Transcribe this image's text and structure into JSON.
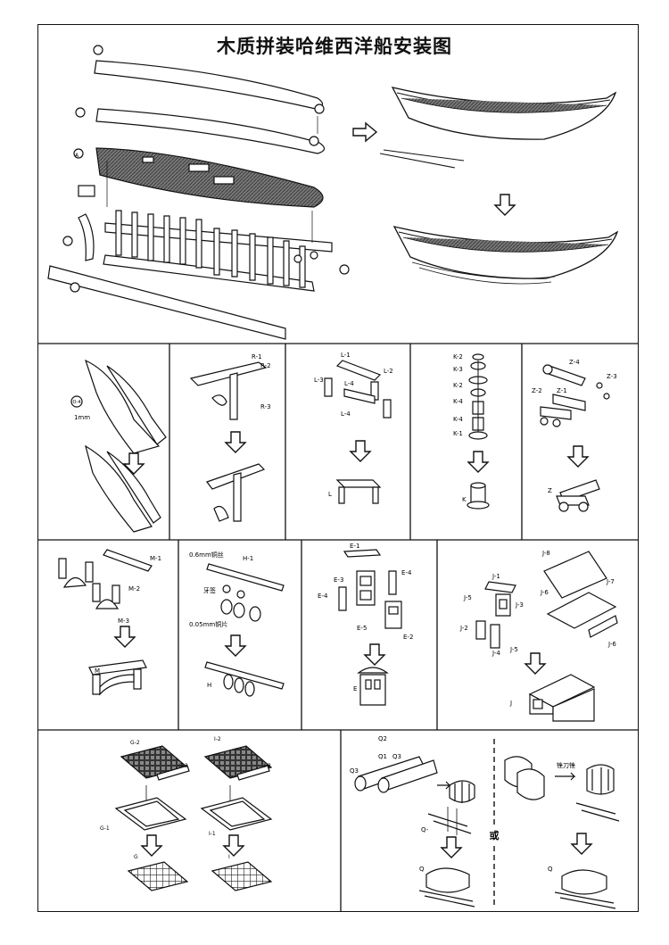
{
  "title": "木质拼装哈维西洋船安装图",
  "labels": {
    "main_a": "A",
    "rudder_part": "O-4",
    "rudder_thickness": "1mm",
    "r1": "R-1",
    "r2": "R-2",
    "r3": "R-3",
    "l1": "L-1",
    "l2": "L-2",
    "l3": "L-3",
    "l4": "L-4",
    "l4b": "L-4",
    "l_final": "L",
    "k2a": "K-2",
    "k3": "K-3",
    "k2b": "K-2",
    "k4a": "K-4",
    "k4b": "K-4",
    "k1": "K-1",
    "k_final": "K",
    "z4": "Z-4",
    "z3": "Z-3",
    "z2": "Z-2",
    "z1": "Z-1",
    "z_final": "Z",
    "m1": "M-1",
    "m2": "M-2",
    "m3": "M-3",
    "m_final": "M",
    "h_wire": "0.6mm铜丝",
    "h1": "H-1",
    "h_gear": "牙签",
    "h_sheet": "0.05mm铜片",
    "h_final": "H",
    "e1": "E-1",
    "e3": "E-3",
    "e4a": "E-4",
    "e4b": "E-4",
    "e5": "E-5",
    "e2": "E-2",
    "e_final": "E",
    "j8": "J-8",
    "j1": "J-1",
    "j6a": "J-6",
    "j7": "J-7",
    "j5a": "J-5",
    "j3": "J-3",
    "j2": "J-2",
    "j4": "J-4",
    "j5b": "J-5",
    "j6b": "J-6",
    "j_final": "J",
    "g2": "G-2",
    "g3": "G-3",
    "g1": "G-1",
    "g_final": "G",
    "i2": "I-2",
    "i3": "I-3",
    "i1": "I-1",
    "i_final": "I",
    "q2": "Q2",
    "q1": "Q1",
    "q3a": "Q3",
    "q3b": "Q3",
    "q_part": "Q-",
    "q_final": "Q",
    "or": "或",
    "tool": "锉刀锉",
    "q_final2": "Q"
  },
  "palette": {
    "ink": "#111111",
    "deck": "#555555",
    "paper": "#ffffff"
  }
}
